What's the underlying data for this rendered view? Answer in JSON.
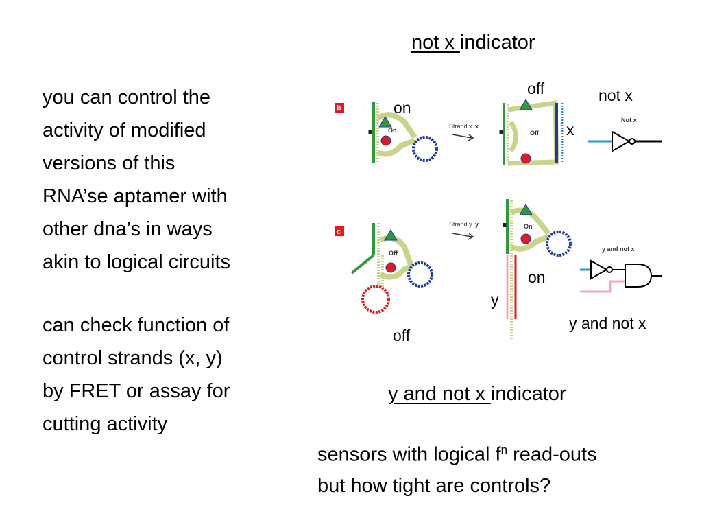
{
  "left_text": {
    "para1": [
      "you can control the",
      "activity of modified",
      "versions of this",
      "RNA’se aptamer with",
      "other dna’s in ways",
      "akin to logical circuits"
    ],
    "para2": [
      "can check function of",
      "control strands (x, y)",
      "by FRET or assay for",
      "cutting activity"
    ]
  },
  "top_heading": {
    "underlined": "not x ",
    "rest": "indicator"
  },
  "bottom_heading": {
    "underlined": "y and not x ",
    "rest": "indicator"
  },
  "footer": {
    "line1_pre": "sensors with logical f",
    "line1_sup": "n",
    "line1_post": " read-outs",
    "line2": "but how tight are controls?"
  },
  "labels": {
    "b_on": "on",
    "b_off": "off",
    "b_notx": "not x",
    "b_x": "x",
    "c_on": "on",
    "c_y": "y",
    "c_yandnotx": "y and not x",
    "c_off": "off"
  },
  "figure": {
    "panel_b": "b",
    "panel_c": "c",
    "strand_x": "Strand x",
    "strand_y": "Strand y",
    "tag_on": "On",
    "tag_off": "Off",
    "gate_notx": "Not x",
    "gate_yandnotx": "y and not x"
  },
  "colors": {
    "green": "#2e9a3a",
    "blue": "#1f3a9b",
    "red": "#e3191e",
    "tan": "#c7d48a",
    "pink": "#f1a7c0",
    "cyan": "#1b9ad6"
  }
}
